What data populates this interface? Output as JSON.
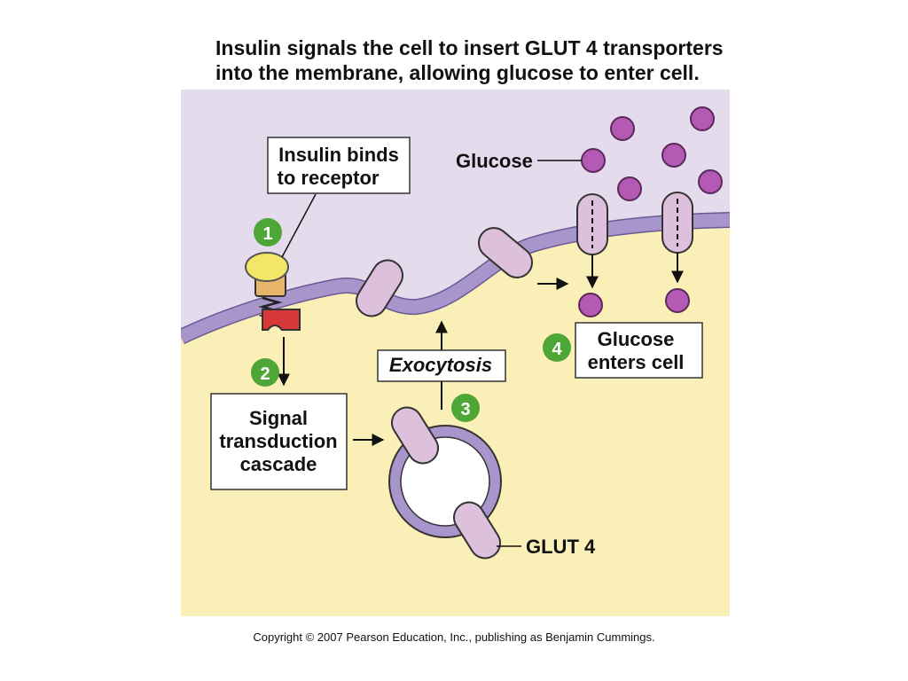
{
  "title": {
    "line1": "Insulin signals the cell to insert GLUT 4 transporters",
    "line2": "into the membrane, allowing glucose to enter cell."
  },
  "steps": [
    {
      "number": "1",
      "label_line1": "Insulin binds",
      "label_line2": "to receptor"
    },
    {
      "number": "2",
      "label_line1": "Signal",
      "label_line2": "transduction",
      "label_line3": "cascade"
    },
    {
      "number": "3",
      "label": "Exocytosis"
    },
    {
      "number": "4",
      "label_line1": "Glucose",
      "label_line2": "enters cell"
    }
  ],
  "labels": {
    "glucose": "Glucose",
    "glut4": "GLUT 4"
  },
  "copyright": "Copyright © 2007 Pearson Education, Inc., publishing as Benjamin Cummings.",
  "colors": {
    "extracellular": "#e4dcec",
    "cytoplasm": "#fbefb8",
    "membrane": "#a895cc",
    "transporter": "#dcc0dc",
    "glucose": "#b45ab4",
    "step_badge": "#4ea636",
    "insulin": "#f4e668",
    "receptor_top": "#e8b46a",
    "receptor_bottom": "#d83838"
  }
}
